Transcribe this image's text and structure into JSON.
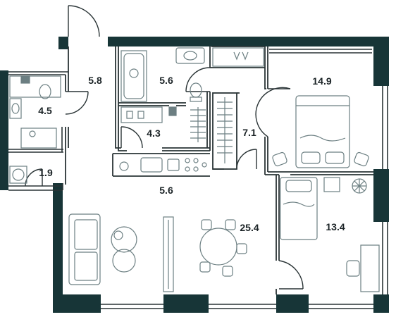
{
  "colors": {
    "wall": "#173537",
    "line": "#2a3436",
    "fixture": "#6c7f82",
    "background": "#ffffff"
  },
  "rooms": {
    "hall": "5.8",
    "bathroom_main": "5.6",
    "bathroom_left": "4.5",
    "laundry": "4.3",
    "storage_small": "1.9",
    "wardrobe": "7.1",
    "corridor": "5.6",
    "bedroom_top": "14.9",
    "living_kitchen": "25.4",
    "bedroom_bottom": "13.4"
  },
  "icons": {
    "doors": "door-swing-icon",
    "furniture": "furniture-icon"
  }
}
